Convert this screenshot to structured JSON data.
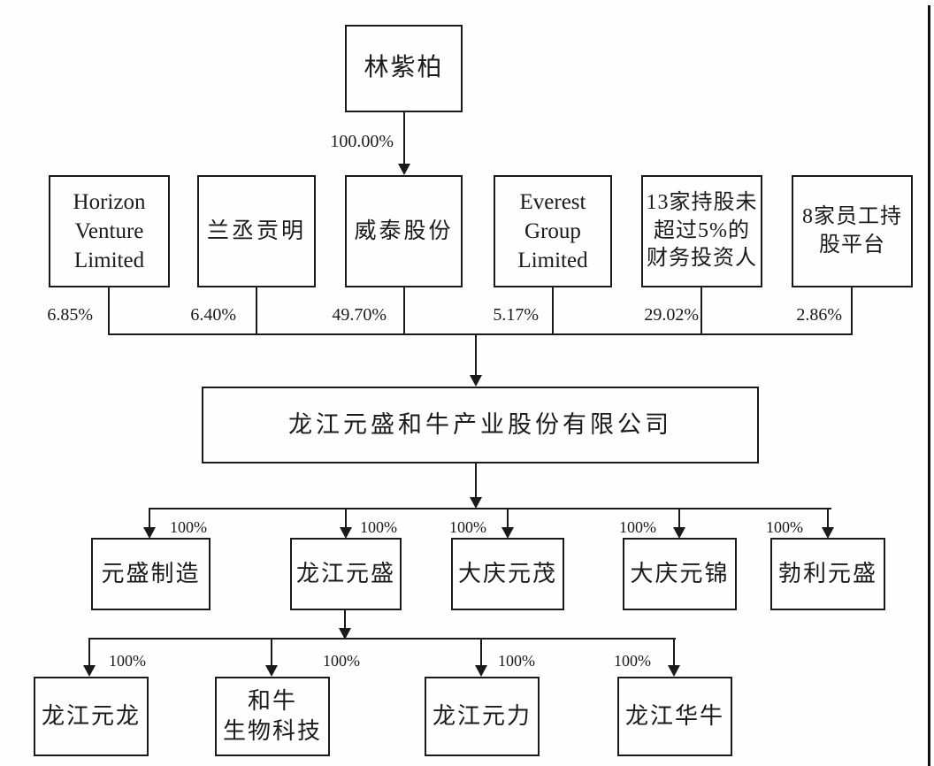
{
  "diagram": {
    "title_hint": "equity-structure-chart",
    "colors": {
      "line": "#1a1a1a",
      "background": "#fefefe"
    },
    "root": {
      "lines": [
        "林紫柏"
      ],
      "ownership": "100.00%"
    },
    "shareholders": [
      {
        "lines": [
          "Horizon",
          "Venture",
          "Limited"
        ],
        "pct": "6.85%"
      },
      {
        "lines": [
          "兰丞贡明"
        ],
        "pct": "6.40%"
      },
      {
        "lines": [
          "威泰股份"
        ],
        "pct": "49.70%"
      },
      {
        "lines": [
          "Everest",
          "Group",
          "Limited"
        ],
        "pct": "5.17%"
      },
      {
        "lines": [
          "13家持股未",
          "超过5%的",
          "财务投资人"
        ],
        "pct": "29.02%"
      },
      {
        "lines": [
          "8家员工持",
          "股平台"
        ],
        "pct": "2.86%"
      }
    ],
    "company": {
      "name": "龙江元盛和牛产业股份有限公司"
    },
    "subsidiaries": [
      {
        "lines": [
          "元盛制造"
        ],
        "pct": "100%"
      },
      {
        "lines": [
          "龙江元盛"
        ],
        "pct": "100%"
      },
      {
        "lines": [
          "大庆元茂"
        ],
        "pct": "100%"
      },
      {
        "lines": [
          "大庆元锦"
        ],
        "pct": "100%"
      },
      {
        "lines": [
          "勃利元盛"
        ],
        "pct": "100%"
      }
    ],
    "sub_subsidiaries": [
      {
        "lines": [
          "龙江元龙"
        ],
        "pct": "100%"
      },
      {
        "lines": [
          "和牛",
          "生物科技"
        ],
        "pct": "100%"
      },
      {
        "lines": [
          "龙江元力"
        ],
        "pct": "100%"
      },
      {
        "lines": [
          "龙江华牛"
        ],
        "pct": "100%"
      }
    ]
  }
}
